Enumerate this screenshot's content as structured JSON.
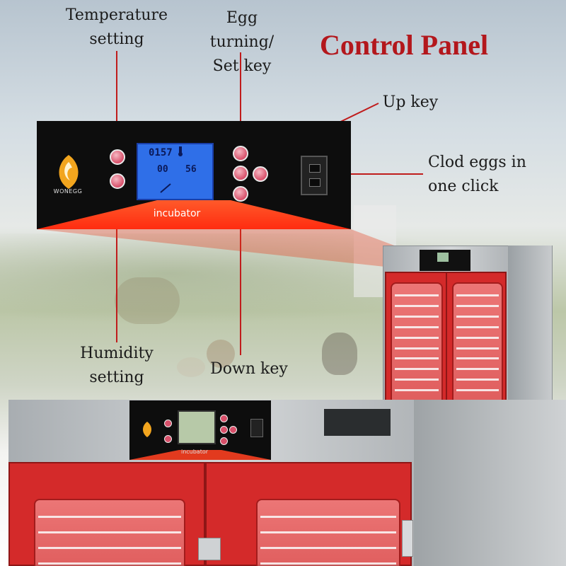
{
  "headline": "Control Panel",
  "labels": {
    "temperature": "Temperature\nsetting",
    "egg_turning": "Egg turning/\nSet key",
    "up_key": "Up key",
    "cool_eggs": "Clod eggs in\none click",
    "humidity": "Humidity\nsetting",
    "down_key": "Down key"
  },
  "panel": {
    "brand": "WONEGG",
    "name": "incubator",
    "lcd_line1": "0157",
    "lcd_line2a": "00",
    "lcd_line2b": "56"
  },
  "colors": {
    "accent": "#b3171c",
    "cabinet_red": "#d42a2a",
    "panel_black": "#0d0d0d",
    "lcd_blue": "#2f6fe8"
  },
  "icons": [
    "temperature-icon",
    "humidity-icon",
    "egg-turning-icon",
    "up-icon",
    "down-icon",
    "snowflake-icon",
    "power-socket-icon"
  ]
}
